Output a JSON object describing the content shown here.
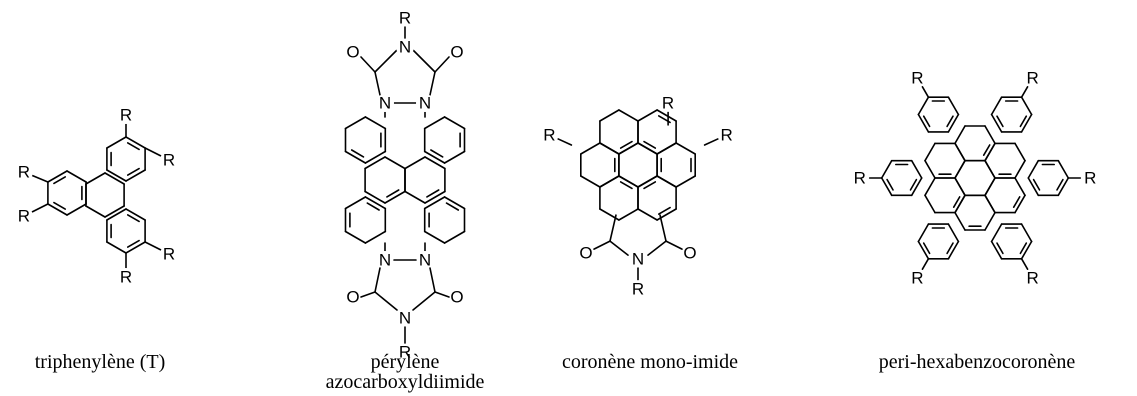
{
  "molecules": [
    {
      "id": "triphenylene",
      "caption": [
        "triphenylène (T)"
      ],
      "substituent": "R"
    },
    {
      "id": "perylene",
      "caption": [
        "pérylène",
        "azocarboxyldiimide"
      ],
      "atoms": {
        "n": "N",
        "o": "O",
        "r": "R"
      }
    },
    {
      "id": "coronene",
      "caption": [
        "coronène mono-imide"
      ],
      "atoms": {
        "n": "N",
        "o": "O",
        "r": "R"
      }
    },
    {
      "id": "hbc",
      "caption": [
        "peri-hexabenzocoronène"
      ],
      "substituent": "R"
    }
  ]
}
